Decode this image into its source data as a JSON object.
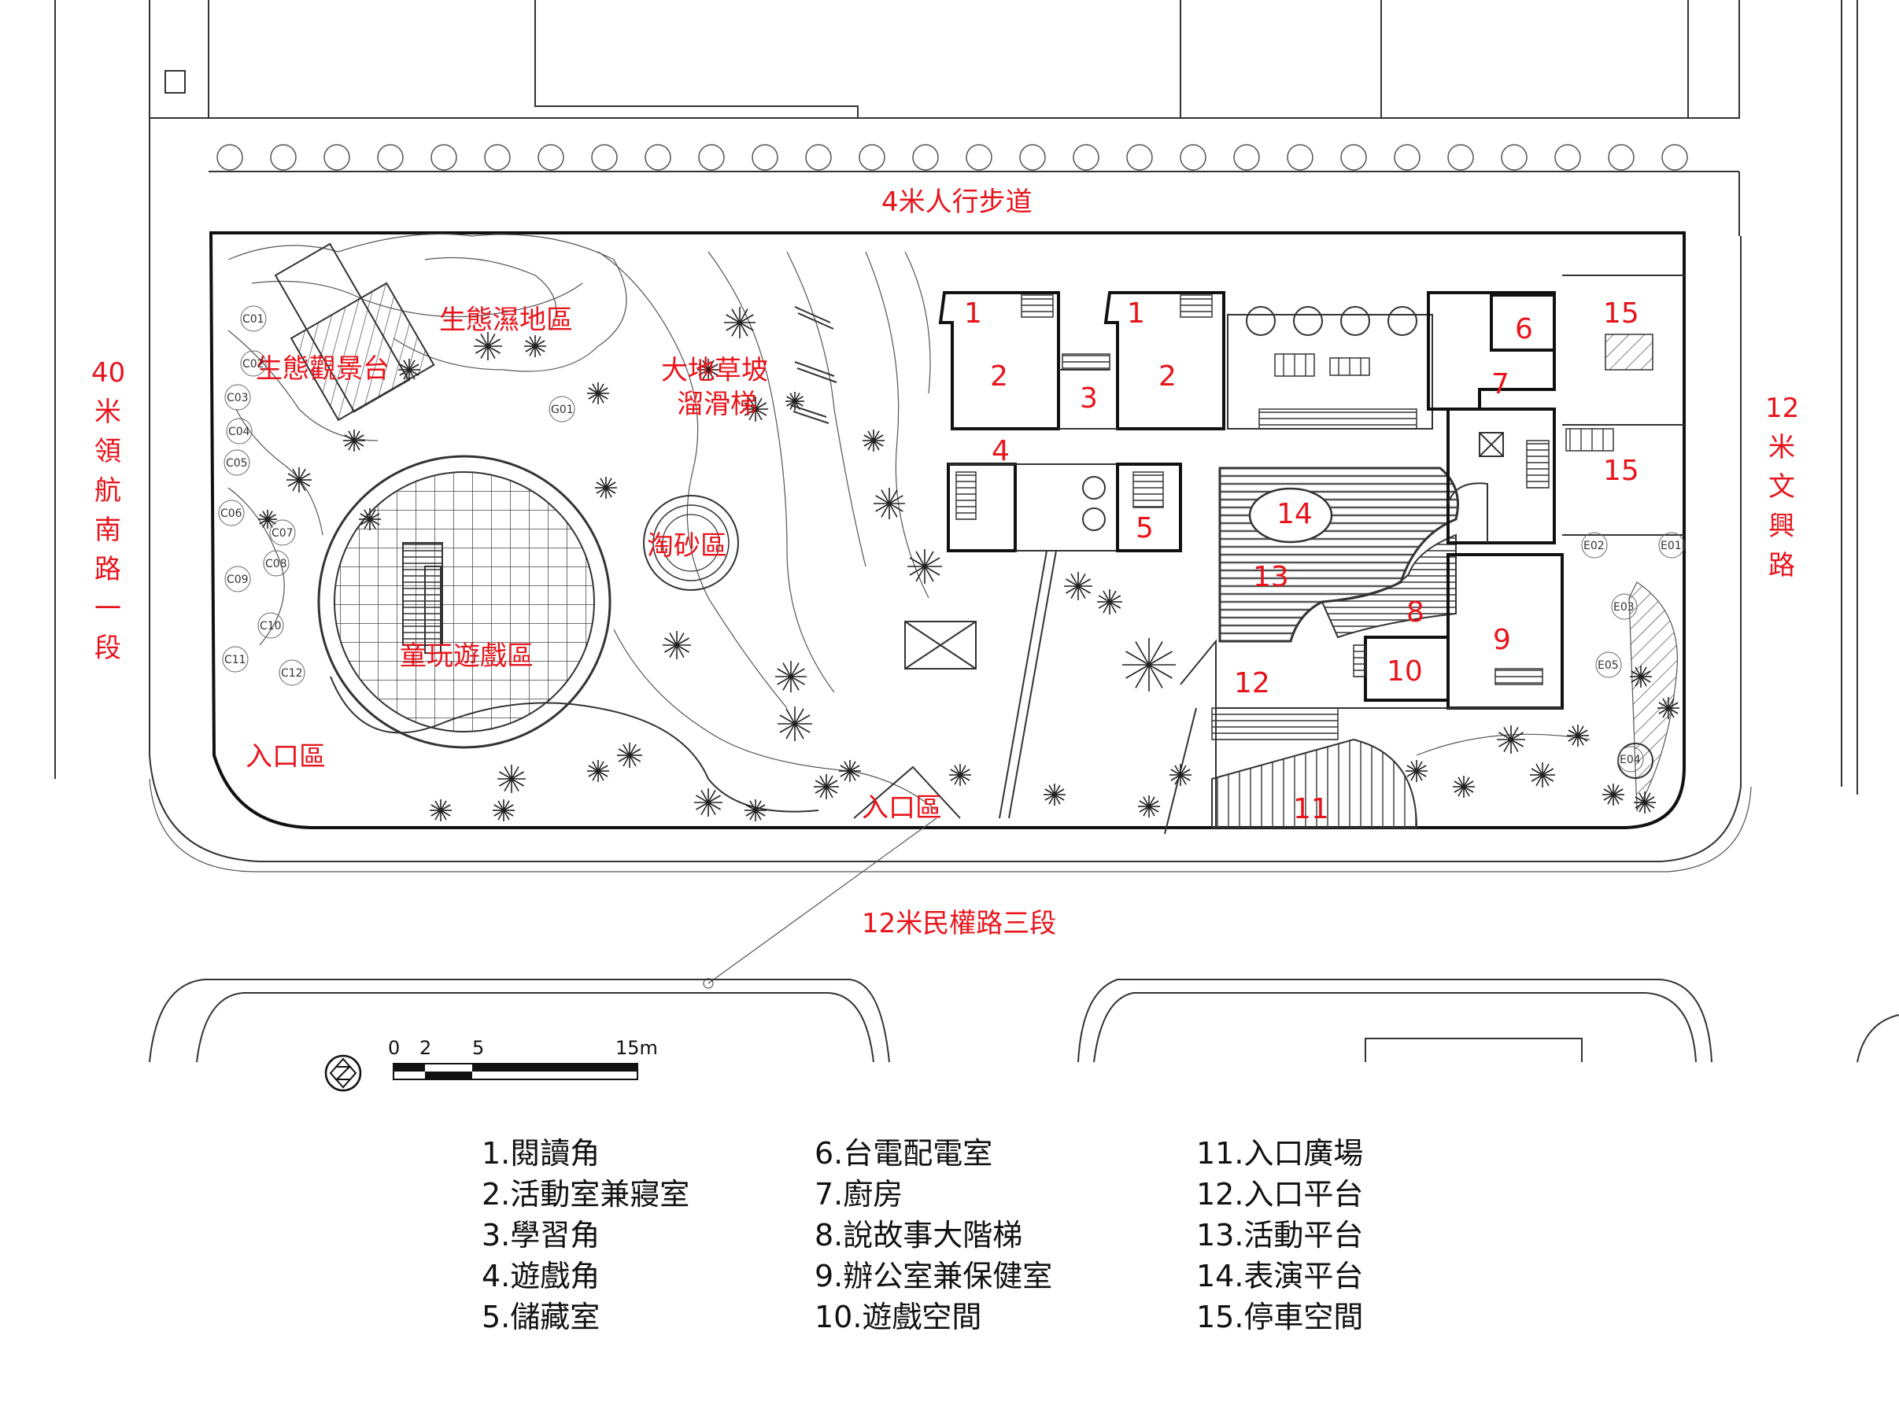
{
  "roads": {
    "north": "4米人行步道",
    "west": [
      "40",
      "米",
      "領",
      "航",
      "南",
      "路",
      "一",
      "段"
    ],
    "east": [
      "12",
      "米",
      "文",
      "興",
      "路"
    ],
    "south": "12米民權路三段"
  },
  "zones": {
    "wetland": "生態濕地區",
    "lookout": "生態觀景台",
    "slope_line1": "大地草坡",
    "slope_line2": "溜滑梯",
    "sand": "淘砂區",
    "playground": "童玩遊戲區",
    "entrance_west": "入口區",
    "entrance_south": "入口區"
  },
  "room_numbers": {
    "r1a": "1",
    "r1b": "1",
    "r2a": "2",
    "r2b": "2",
    "r3": "3",
    "r4": "4",
    "r5": "5",
    "r6": "6",
    "r7": "7",
    "r8": "8",
    "r9": "9",
    "r10": "10",
    "r11": "11",
    "r12": "12",
    "r13": "13",
    "r14": "14",
    "r15a": "15",
    "r15b": "15"
  },
  "tree_codes": [
    "C01",
    "C02",
    "C03",
    "C04",
    "C05",
    "C06",
    "C07",
    "C08",
    "C09",
    "C10",
    "C11",
    "C12",
    "G01",
    "E01",
    "E02",
    "E03",
    "E04",
    "E05"
  ],
  "scale_bar": {
    "t0": "0",
    "t1": "2",
    "t2": "5",
    "t3": "15m"
  },
  "legend": {
    "col1": [
      "1.閱讀角",
      "2.活動室兼寢室",
      "3.學習角",
      "4.遊戲角",
      "5.儲藏室"
    ],
    "col2": [
      "6.台電配電室",
      "7.廚房",
      "8.說故事大階梯",
      "9.辦公室兼保健室",
      "10.遊戲空間"
    ],
    "col3": [
      "11.入口廣場",
      "12.入口平台",
      "13.活動平台",
      "14.表演平台",
      "15.停車空間"
    ]
  },
  "colors": {
    "label": "#e8141b",
    "line": "#333333",
    "deck": "#666666"
  }
}
